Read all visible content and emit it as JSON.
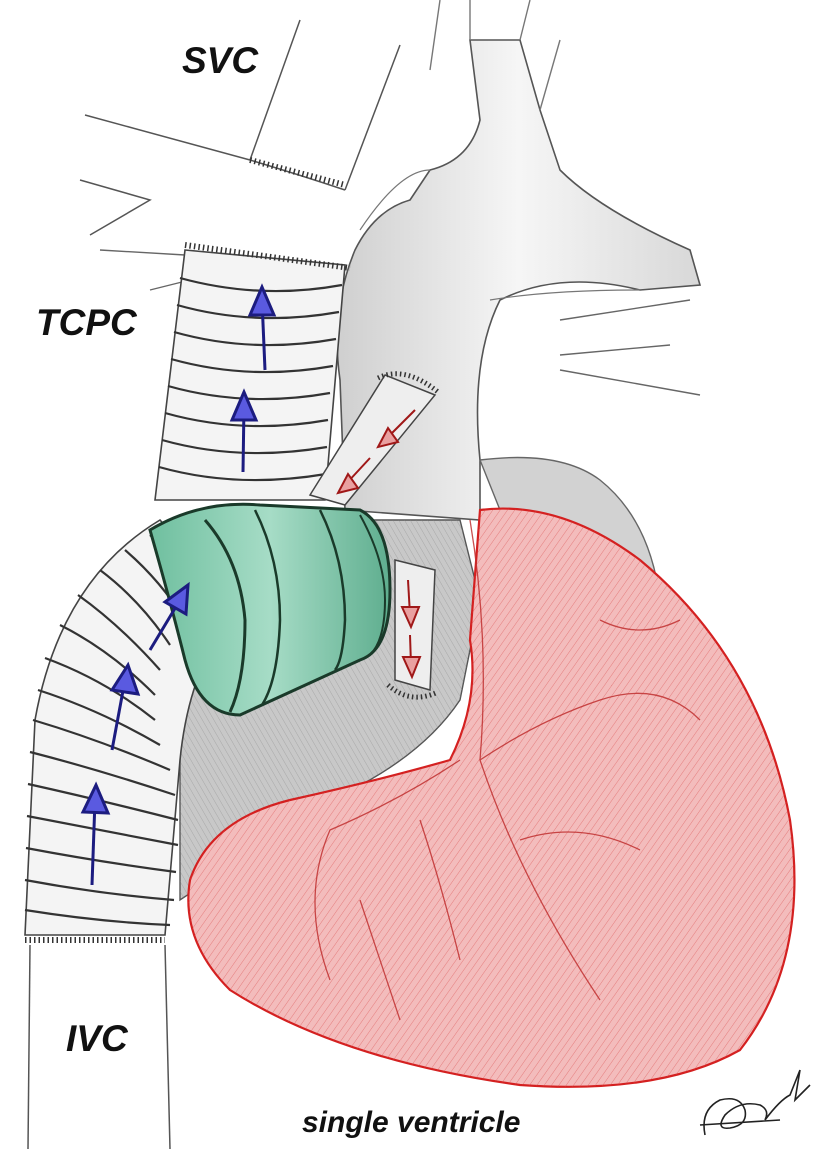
{
  "labels": {
    "svc": "SVC",
    "tcpc": "TCPC",
    "ivc": "IVC",
    "single_ventricle": "single ventricle"
  },
  "colors": {
    "ventricle": "#e86a6a",
    "ventricle_outline": "#d42020",
    "flow_arrow_blue": "#2a2a9a",
    "flow_arrow_red": "#b02020",
    "pump": "#8fd1b8",
    "graft": "#f2f2f2",
    "pencil": "#555555"
  },
  "icons": {
    "blue_flow": "up-arrow-icon",
    "red_flow": "down-arrow-icon",
    "signature": "artist-signature"
  }
}
